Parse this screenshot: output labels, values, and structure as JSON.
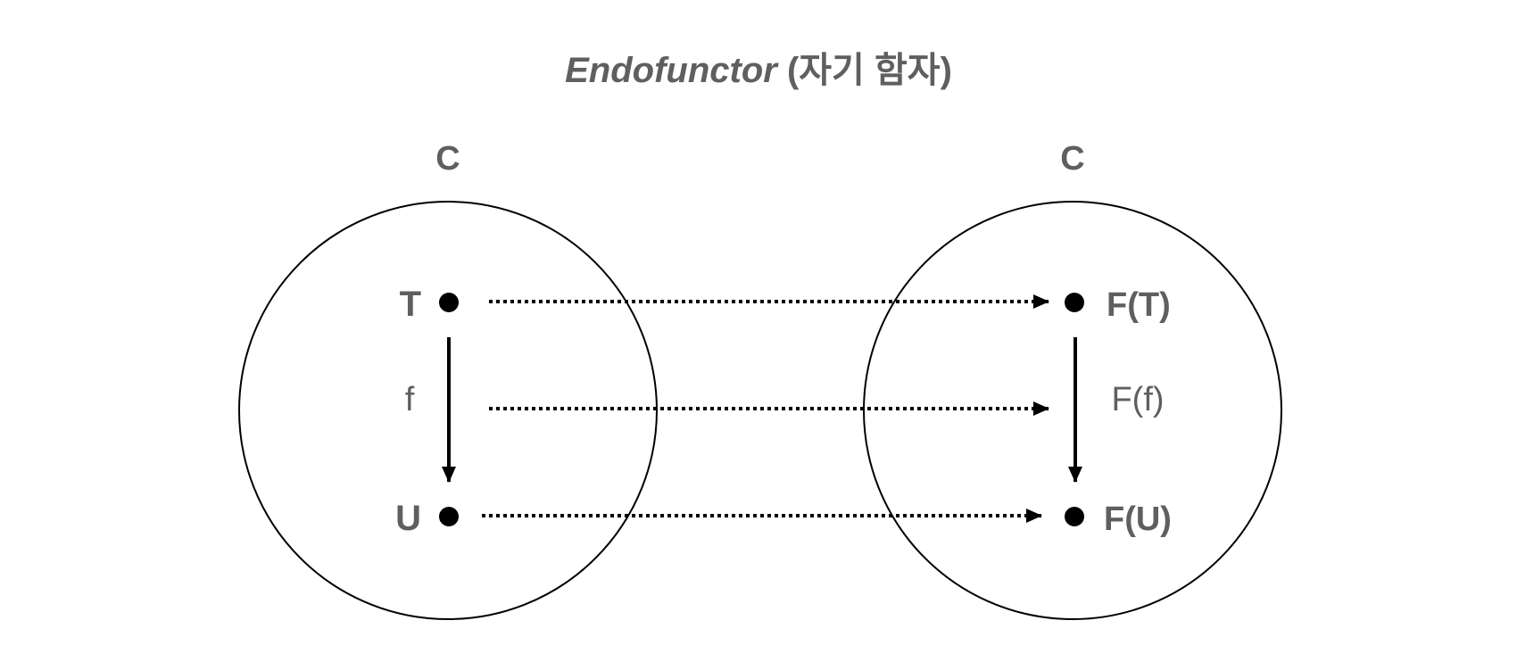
{
  "title": {
    "main": "Endofunctor",
    "sub": " (자기 함자)"
  },
  "categories": {
    "source": "C",
    "target": "C"
  },
  "objects": {
    "t": "T",
    "u": "U",
    "ft": "F(T)",
    "fu": "F(U)"
  },
  "morphisms": {
    "f": "f",
    "ff": "F(f)"
  },
  "colors": {
    "text": "#5f5f5f",
    "stroke": "#000000",
    "background": "#ffffff"
  }
}
